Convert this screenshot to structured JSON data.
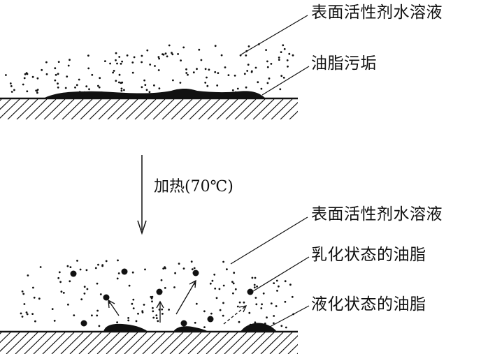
{
  "labels": {
    "top_solution": "表面活性剂水溶液",
    "grease": "油脂污垢",
    "heat": "加热(70℃)",
    "bottom_solution": "表面活性剂水溶液",
    "emulsified": "乳化状态的油脂",
    "liquefied": "液化状态的油脂"
  },
  "colors": {
    "ink": "#111111",
    "background": "#ffffff"
  }
}
